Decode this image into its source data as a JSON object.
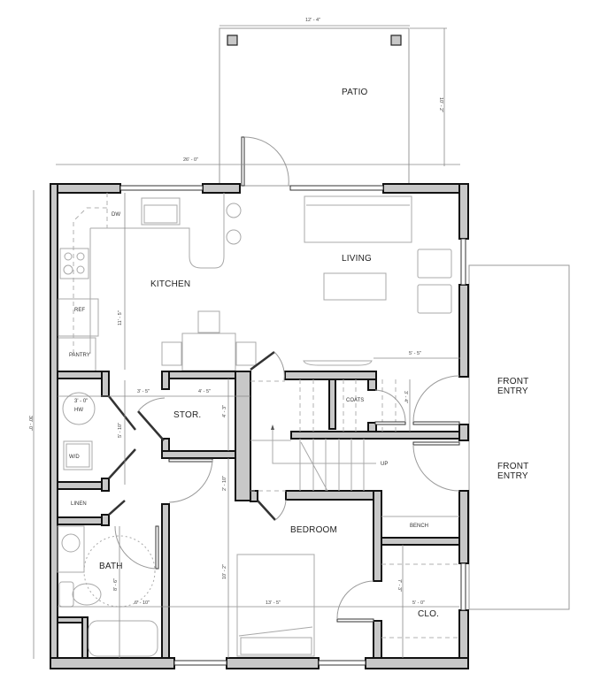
{
  "plan": {
    "rooms": {
      "patio": "PATIO",
      "kitchen": "KITCHEN",
      "living": "LIVING",
      "storage": "STOR.",
      "bedroom": "BEDROOM",
      "bath": "BATH",
      "closet": "CLO.",
      "front_entry_1": [
        "FRONT",
        "ENTRY"
      ],
      "front_entry_2": [
        "FRONT",
        "ENTRY"
      ]
    },
    "fixtures": {
      "dishwasher": "DW",
      "refrigerator": "REF",
      "pantry": "PANTRY",
      "water_heater": "HW",
      "washer_dryer": "W/D",
      "linen": "LINEN",
      "coats": "COATS",
      "bench": "BENCH",
      "stairs_direction": "UP"
    },
    "dimensions": {
      "patio_width": "12' - 4\"",
      "patio_depth": "10' - 2\"",
      "overall_width": "26' - 0\"",
      "overall_depth": "30' - 0\"",
      "kitchen_depth": "11' - 5\"",
      "living_to_entry": "5' - 5\"",
      "hall_width": "3' - 5\"",
      "stor_width": "4' - 5\"",
      "stor_depth": "4' - 3\"",
      "hw_width": "3' - 0\"",
      "laundry_depth": "5' - 10\"",
      "hall_to_bedroom": "2' - 10\"",
      "coats_depth": "3' - 4\"",
      "bath_depth": "8' - 6\"",
      "bath_width": "6' - 10\"",
      "bedroom_depth": "10' - 2\"",
      "bedroom_width": "13' - 5\"",
      "closet_depth": "7' - 3\"",
      "closet_width": "5' - 0\""
    },
    "colors": {
      "wall_fill": "#c8c8c8",
      "wall_stroke": "#111111",
      "line": "#9a9a9a",
      "text": "#222222"
    }
  }
}
